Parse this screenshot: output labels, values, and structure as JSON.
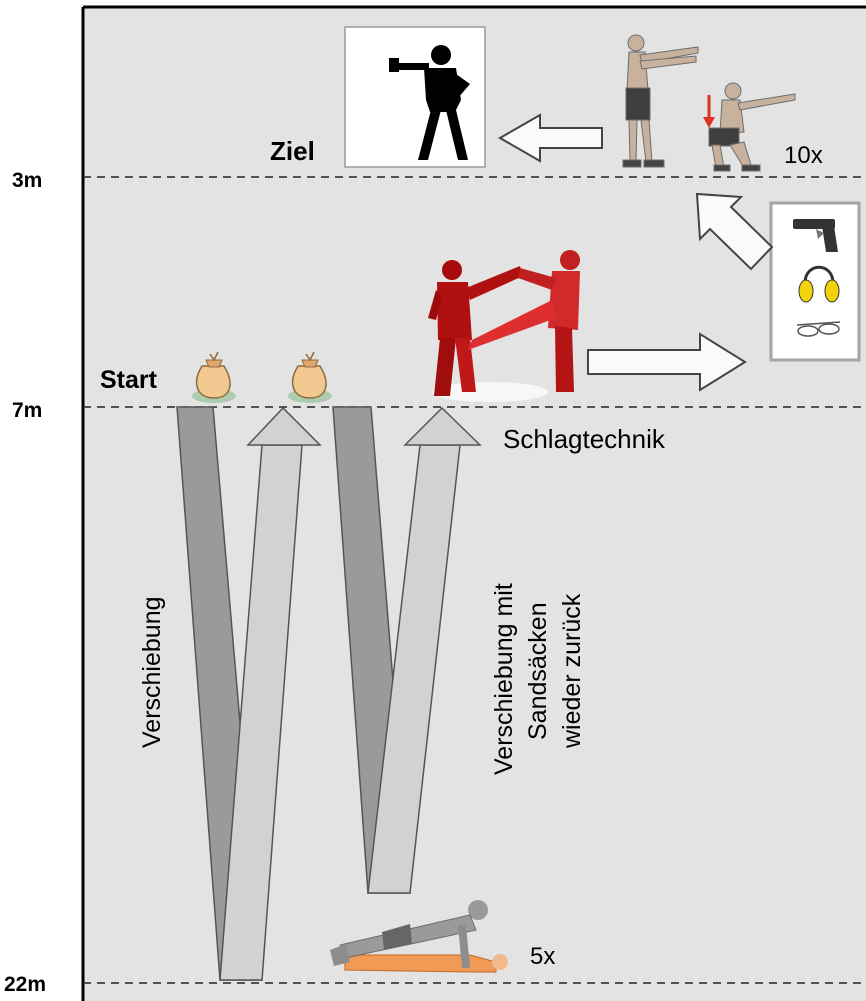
{
  "distance_markers": [
    {
      "label": "3m"
    },
    {
      "label": "7m"
    },
    {
      "label": "22m"
    }
  ],
  "labels": {
    "goal": "Ziel",
    "start": "Start",
    "strike_technique": "Schlagtechnik",
    "squat_count": "10x",
    "pushup_count": "5x",
    "shift_left": "Verschiebung",
    "shift_right_line1": "Verschiebung mit",
    "shift_right_line2": "Sandsäcken",
    "shift_right_line3": "wieder zurück"
  },
  "colors": {
    "field": "#e3e3e3",
    "border": "#000000",
    "arrow_dark": "#9a9a9a",
    "arrow_light": "#d2d2d2",
    "fighter": "#b01010",
    "bag": "#f0c890",
    "pushup_accent": "#f09a55"
  },
  "icons": [
    "shooter-target-icon",
    "squat-figure-icon",
    "sandbag-icon",
    "fighters-icon",
    "pistol-icon",
    "ear-protection-icon",
    "safety-glasses-icon",
    "pushup-figure-icon"
  ]
}
